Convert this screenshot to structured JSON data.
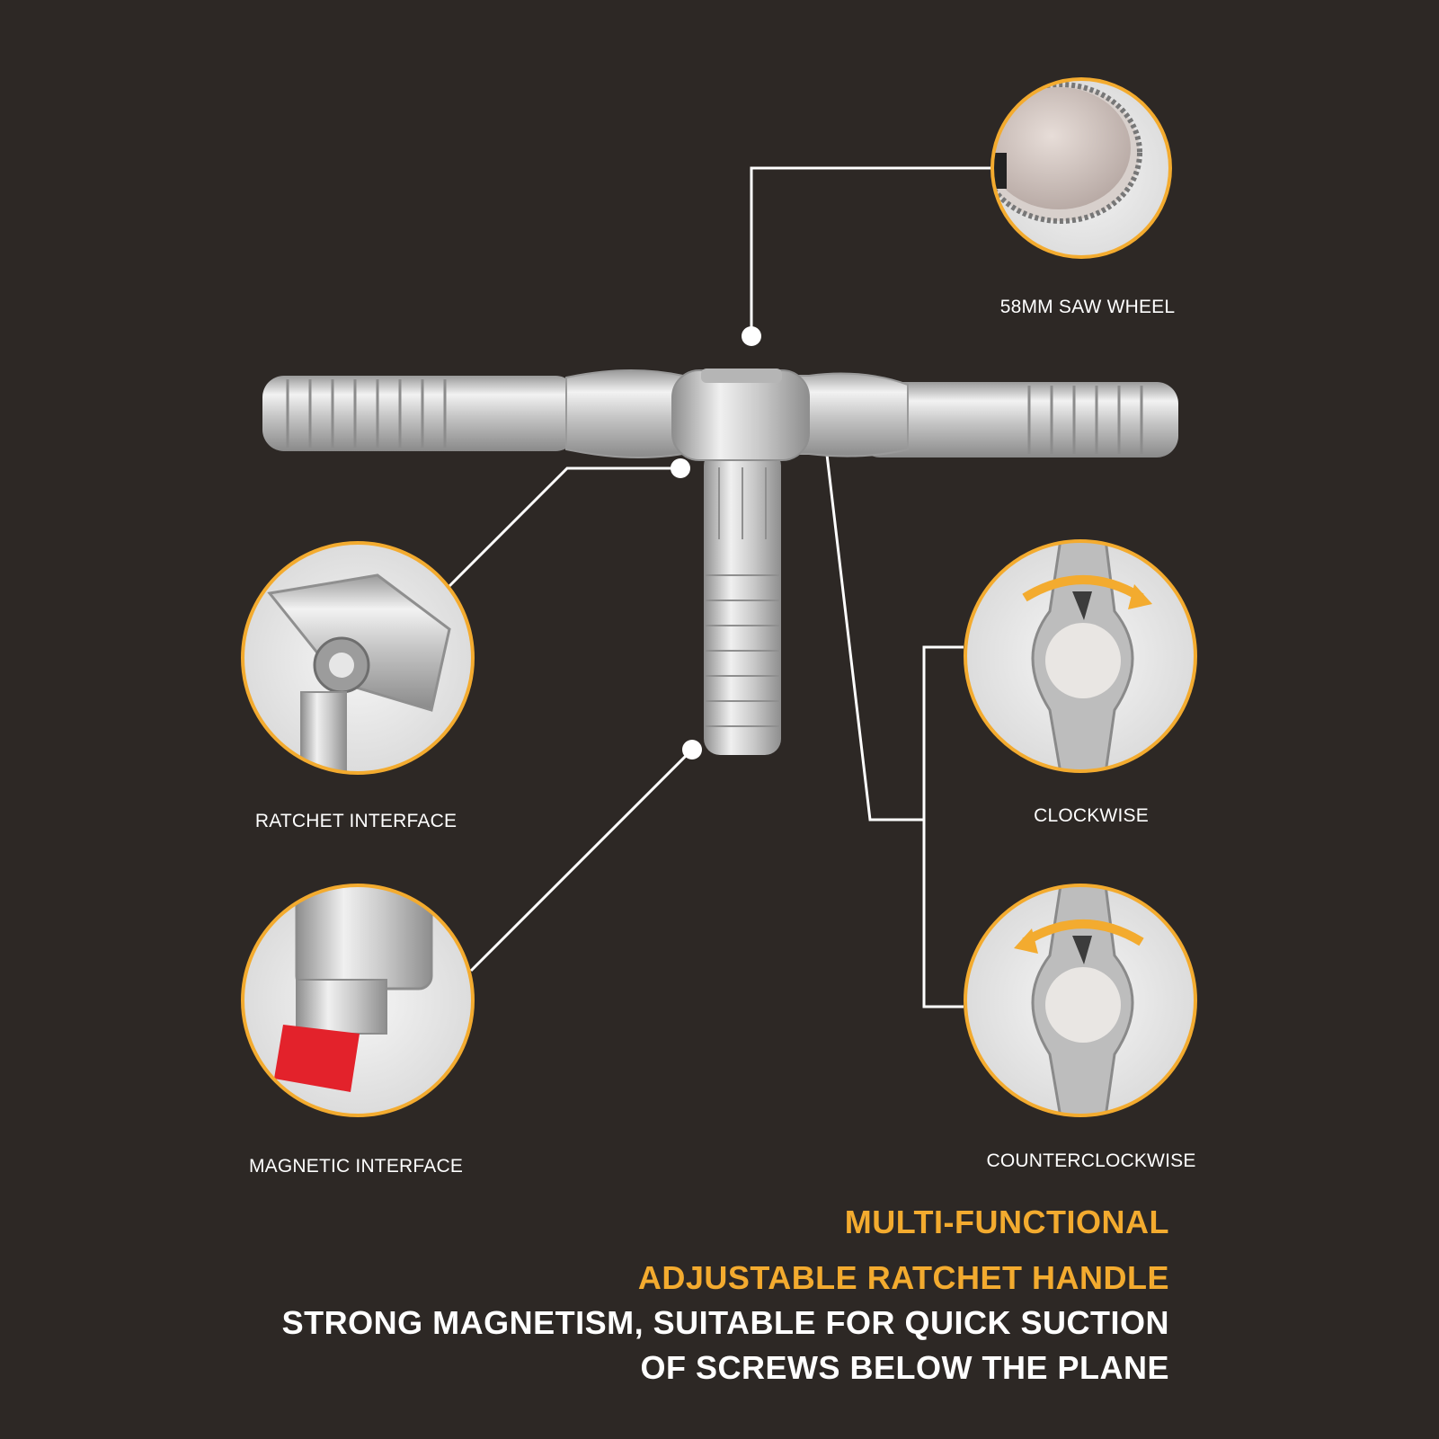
{
  "colors": {
    "background": "#2d2825",
    "accent": "#f3ab2f",
    "text": "#ffffff",
    "metal": "#c9c9c9",
    "bit_cap": "#e3222b"
  },
  "callouts": [
    {
      "label": "58MM SAW WHEEL",
      "icon": "saw-wheel-closeup"
    },
    {
      "label": "RATCHET INTERFACE",
      "icon": "ratchet-interface-closeup"
    },
    {
      "label": "CLOCKWISE",
      "icon": "clockwise-arrow-closeup"
    },
    {
      "label": "MAGNETIC INTERFACE",
      "icon": "magnetic-bit-closeup"
    },
    {
      "label": "COUNTERCLOCKWISE",
      "icon": "counterclockwise-arrow-closeup"
    }
  ],
  "headline": {
    "line1": "MULTI-FUNCTIONAL",
    "line2": "ADJUSTABLE RATCHET HANDLE",
    "line3": "STRONG MAGNETISM, SUITABLE FOR QUICK SUCTION",
    "line4": "OF SCREWS BELOW THE PLANE"
  }
}
